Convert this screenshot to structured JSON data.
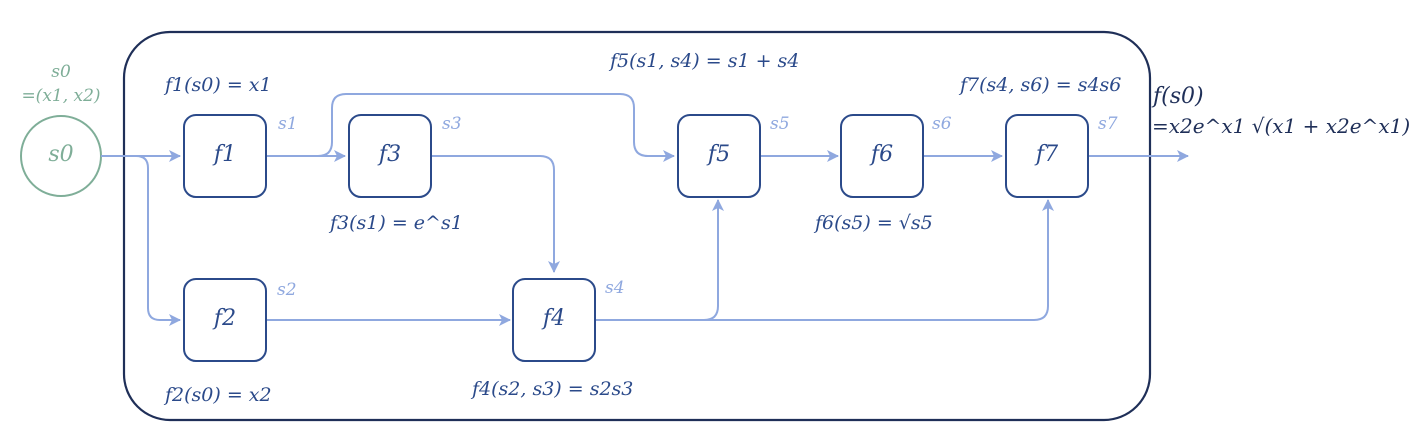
{
  "input": {
    "node_label": "s0",
    "caption_line1": "s0",
    "caption_line2": "=(x1, x2)"
  },
  "nodes": {
    "f1": "f1",
    "f2": "f2",
    "f3": "f3",
    "f4": "f4",
    "f5": "f5",
    "f6": "f6",
    "f7": "f7"
  },
  "function_labels": {
    "f1": "f1(s0) = x1",
    "f2": "f2(s0) = x2",
    "f3": "f3(s1) = e^s1",
    "f4": "f4(s2, s3) = s2s3",
    "f5": "f5(s1, s4) = s1 + s4",
    "f6": "f6(s5) = √s5",
    "f7": "f7(s4, s6) = s4s6"
  },
  "edge_labels": {
    "s1": "s1",
    "s2": "s2",
    "s3": "s3",
    "s4": "s4",
    "s5": "s5",
    "s6": "s6",
    "s7": "s7"
  },
  "output": {
    "line1": "f(s0)",
    "line2": "=x2e^x1 √(x1 + x2e^x1)"
  },
  "colors": {
    "frame": "#1f2f58",
    "node_stroke": "#2b4a8a",
    "edge": "#8fa8df",
    "input": "#7fae98"
  }
}
